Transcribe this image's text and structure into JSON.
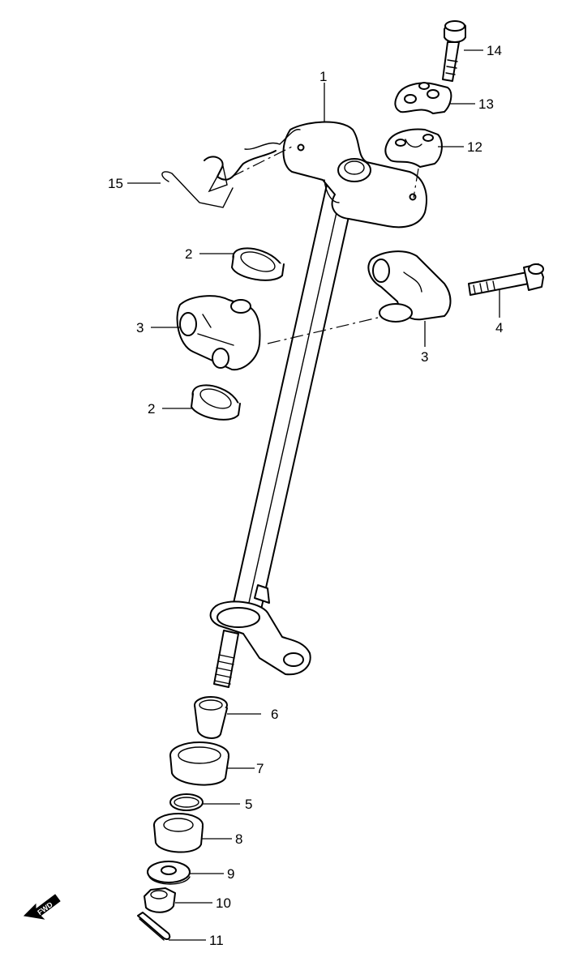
{
  "callouts": {
    "c1": "1",
    "c2a": "2",
    "c2b": "2",
    "c3a": "3",
    "c3b": "3",
    "c4": "4",
    "c5": "5",
    "c6": "6",
    "c7": "7",
    "c8": "8",
    "c9": "9",
    "c10": "10",
    "c11": "11",
    "c12": "12",
    "c13": "13",
    "c14": "14",
    "c15": "15"
  },
  "fwd_label": "FWD",
  "colors": {
    "line": "#000000",
    "background": "#ffffff"
  }
}
